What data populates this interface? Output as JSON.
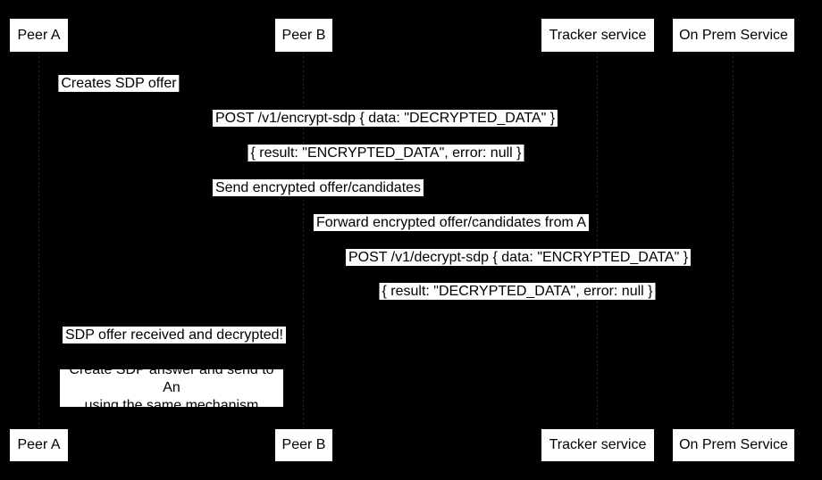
{
  "diagram_type": "sequence-diagram",
  "theme": {
    "background": "#000000",
    "actor_fill": "#ffffff",
    "actor_text": "#000000",
    "label_bg": "#ffffff",
    "label_text": "#000000",
    "lifeline_color": "#1f1f1f"
  },
  "actors": [
    {
      "id": "peer-a",
      "label": "Peer A"
    },
    {
      "id": "peer-b",
      "label": "Peer B"
    },
    {
      "id": "tracker-service",
      "label": "Tracker service"
    },
    {
      "id": "on-prem-service",
      "label": "On Prem Service"
    }
  ],
  "messages": [
    {
      "from": "Peer A",
      "to": "Peer A",
      "label": "Creates SDP offer"
    },
    {
      "from": "Peer A",
      "to": "On Prem Service",
      "label": "POST /v1/encrypt-sdp { data: \"DECRYPTED_DATA\" }"
    },
    {
      "from": "On Prem Service",
      "to": "Peer A",
      "label": "{ result: \"ENCRYPTED_DATA\", error: null }"
    },
    {
      "from": "Peer A",
      "to": "Tracker service",
      "label": "Send encrypted offer/candidates"
    },
    {
      "from": "Tracker service",
      "to": "Peer B",
      "label": "Forward encrypted offer/candidates from A"
    },
    {
      "from": "Peer B",
      "to": "On Prem Service",
      "label": "POST /v1/decrypt-sdp { data: \"ENCRYPTED_DATA\" }"
    },
    {
      "from": "On Prem Service",
      "to": "Peer B",
      "label": "{ result: \"DECRYPTED_DATA\", error: null }"
    },
    {
      "from": "Peer B",
      "to": "Peer A",
      "label": "SDP offer received and decrypted!"
    }
  ],
  "note": {
    "line1": "Create SDP answer and send to An",
    "line2": "using the same mechanism"
  }
}
